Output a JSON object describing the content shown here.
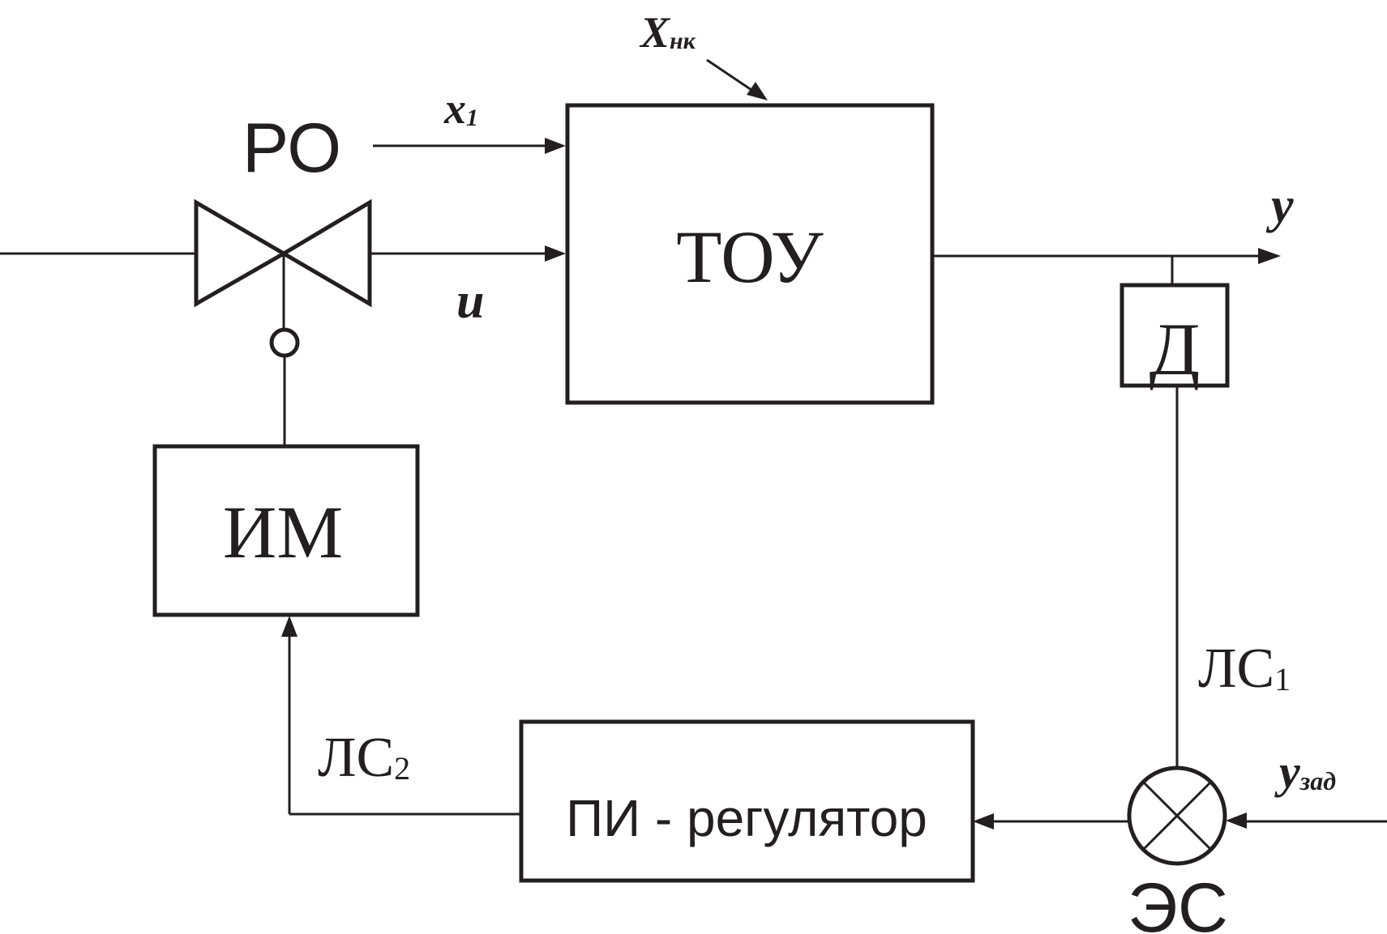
{
  "blocks": {
    "plant": "ТОУ",
    "sensor": "Д",
    "actuator": "ИМ",
    "controller": "ПИ - регулятор"
  },
  "labels": {
    "valve": "РО",
    "comparator": "ЭС",
    "disturbance": "X",
    "disturbance_sub": "нк",
    "input_x": "x",
    "input_x_sub": "1",
    "control_u": "u",
    "output_y": "y",
    "setpoint_y": "y",
    "setpoint_sub": "зад",
    "line1": "ЛС",
    "line1_sub": "1",
    "line2": "ЛС",
    "line2_sub": "2"
  }
}
